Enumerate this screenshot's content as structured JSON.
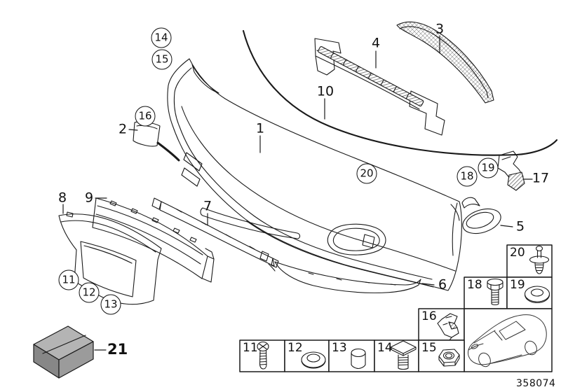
{
  "colors": {
    "line": "#1a1a1a",
    "kit_box_top": "#b4b4b4",
    "kit_box_front": "#878787",
    "kit_box_side": "#9b9b9b"
  },
  "callouts_plain": [
    {
      "label": "1"
    },
    {
      "label": "2"
    },
    {
      "label": "3"
    },
    {
      "label": "4"
    },
    {
      "label": "5"
    },
    {
      "label": "6"
    },
    {
      "label": "7"
    },
    {
      "label": "8"
    },
    {
      "label": "9"
    },
    {
      "label": "10"
    },
    {
      "label": "17"
    }
  ],
  "callouts_circled": [
    {
      "label": "11"
    },
    {
      "label": "12"
    },
    {
      "label": "13"
    },
    {
      "label": "14"
    },
    {
      "label": "15"
    },
    {
      "label": "16"
    },
    {
      "label": "18"
    },
    {
      "label": "19"
    },
    {
      "label": "20"
    }
  ],
  "legend": {
    "cells": [
      {
        "label": "20",
        "icon": "expansion-rivet-icon"
      },
      {
        "label": "18",
        "icon": "hex-bolt-icon"
      },
      {
        "label": "19",
        "icon": "washer-icon"
      },
      {
        "label": "16",
        "icon": "clamp-clip-icon"
      },
      {
        "label": "11",
        "icon": "phillips-screw-icon"
      },
      {
        "label": "12",
        "icon": "ring-washer-icon"
      },
      {
        "label": "13",
        "icon": "cap-plug-icon"
      },
      {
        "label": "14",
        "icon": "square-head-screw-icon"
      },
      {
        "label": "15",
        "icon": "hex-nut-icon"
      }
    ],
    "car_icon": "car-icon"
  },
  "kit": {
    "label": "21"
  },
  "footer": {
    "drawing_number": "358074"
  }
}
